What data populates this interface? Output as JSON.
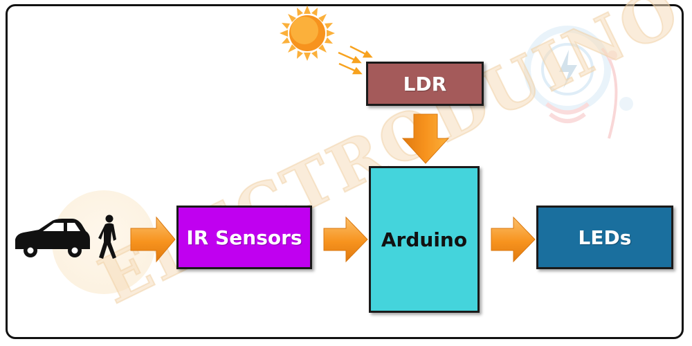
{
  "blocks": {
    "ldr": "LDR",
    "ir_sensors": "IR Sensors",
    "arduino": "Arduino",
    "leds": "LEDs"
  },
  "watermark": {
    "text": "ELECTRODUINO"
  },
  "icons": {
    "sun": "sun-icon",
    "car": "car-icon",
    "pedestrian": "pedestrian-icon",
    "light_rays": "light-rays-icon",
    "arrow": "arrow-icon",
    "bulb_logo": "lightbulb-logo-icon"
  },
  "colors": {
    "ldr": "#a45a5a",
    "ir_sensors": "#c000f0",
    "arduino": "#44d4dc",
    "leds": "#1a6f9e",
    "arrow": "#f7931e",
    "sun": "#fbb03b"
  }
}
